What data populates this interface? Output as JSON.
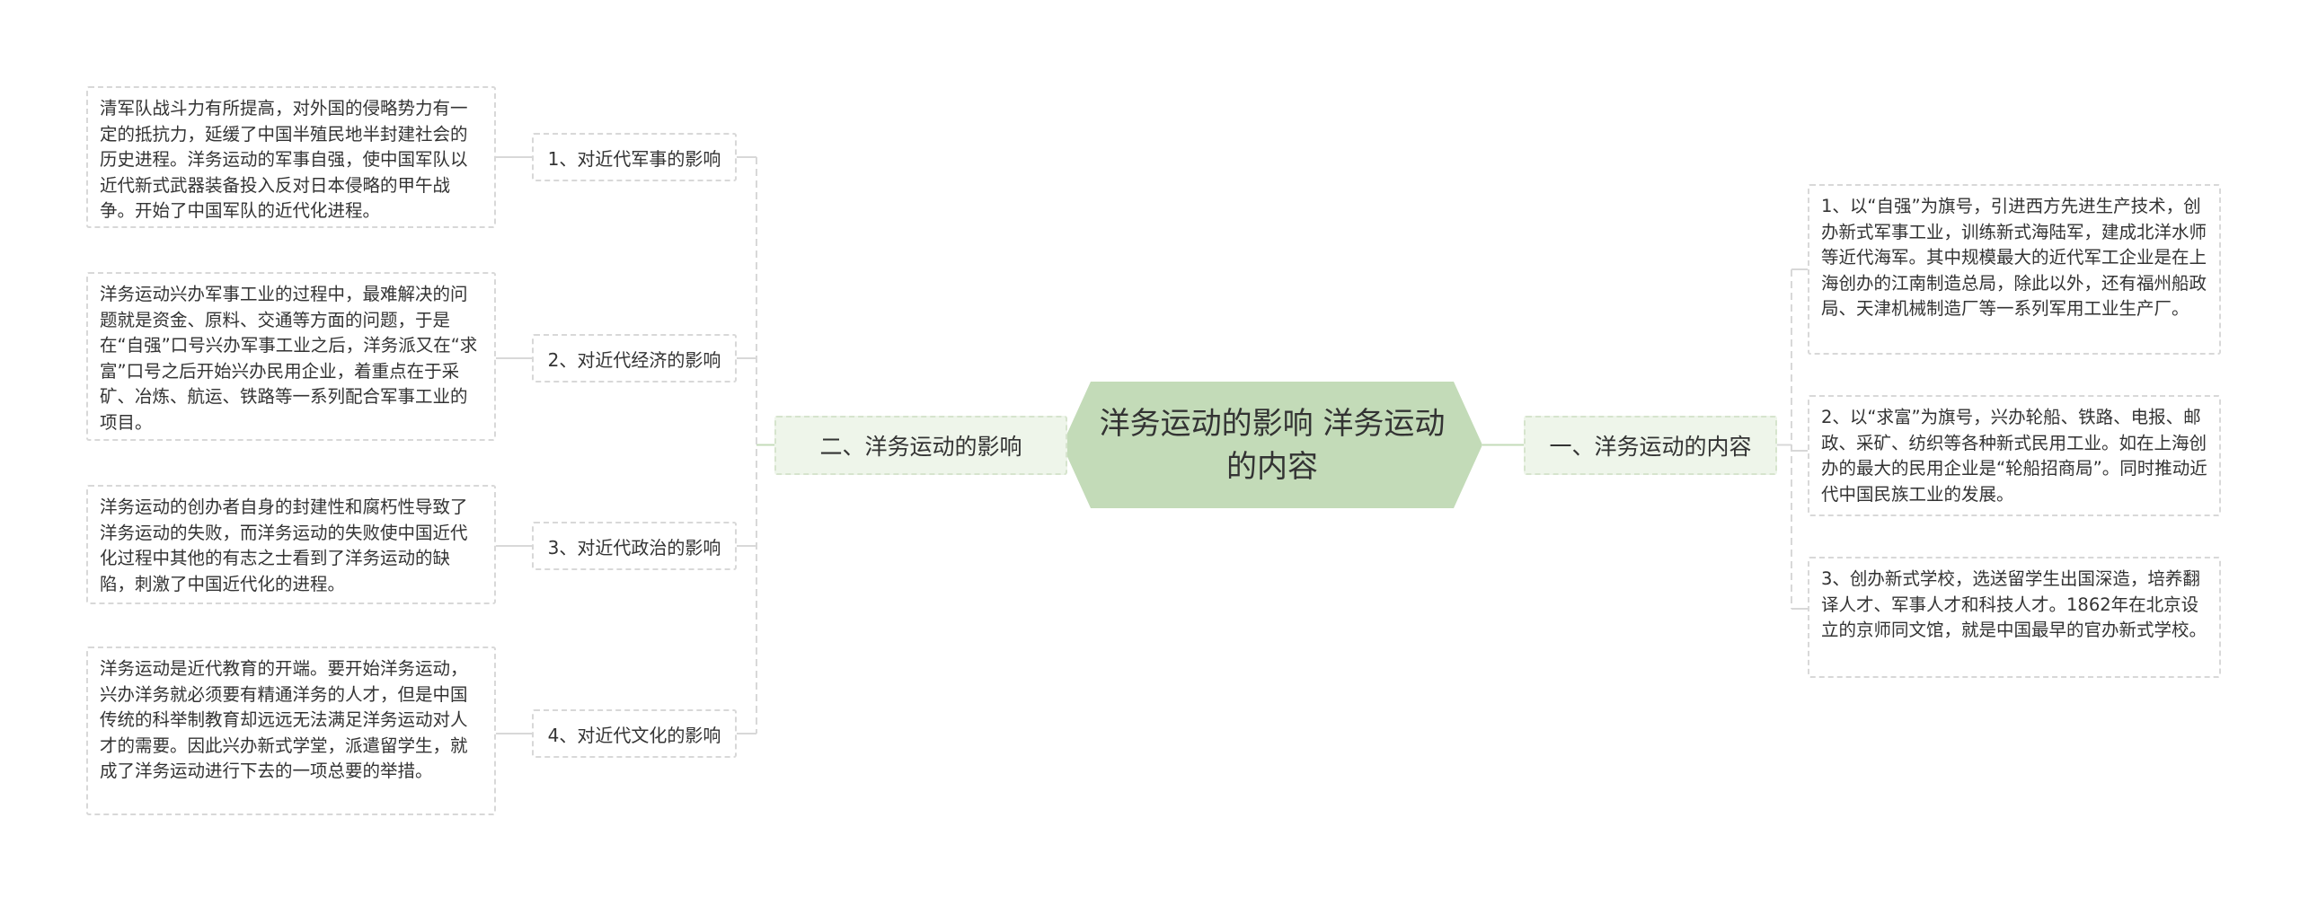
{
  "root": {
    "label": "洋务运动的影响 洋务运动的内容"
  },
  "left_branch": {
    "label": "二、洋务运动的影响",
    "children": [
      {
        "label": "1、对近代军事的影响",
        "detail": "清军队战斗力有所提高，对外国的侵略势力有一定的抵抗力，延缓了中国半殖民地半封建社会的历史进程。洋务运动的军事自强，使中国军队以近代新式武器装备投入反对日本侵略的甲午战争。开始了中国军队的近代化进程。"
      },
      {
        "label": "2、对近代经济的影响",
        "detail": "洋务运动兴办军事工业的过程中，最难解决的问题就是资金、原料、交通等方面的问题，于是在“自强”口号兴办军事工业之后，洋务派又在“求富”口号之后开始兴办民用企业，着重点在于采矿、冶炼、航运、铁路等一系列配合军事工业的项目。"
      },
      {
        "label": "3、对近代政治的影响",
        "detail": "洋务运动的创办者自身的封建性和腐朽性导致了洋务运动的失败，而洋务运动的失败使中国近代化过程中其他的有志之士看到了洋务运动的缺陷，刺激了中国近代化的进程。"
      },
      {
        "label": "4、对近代文化的影响",
        "detail": "洋务运动是近代教育的开端。要开始洋务运动，兴办洋务就必须要有精通洋务的人才，但是中国传统的科举制教育却远远无法满足洋务运动对人才的需要。因此兴办新式学堂，派遣留学生，就成了洋务运动进行下去的一项总要的举措。"
      }
    ]
  },
  "right_branch": {
    "label": "一、洋务运动的内容",
    "children": [
      {
        "detail": "1、以“自强”为旗号，引进西方先进生产技术，创办新式军事工业，训练新式海陆军，建成北洋水师等近代海军。其中规模最大的近代军工企业是在上海创办的江南制造总局，除此以外，还有福州船政局、天津机械制造厂等一系列军用工业生产厂。"
      },
      {
        "detail": "2、以“求富”为旗号，兴办轮船、铁路、电报、邮政、采矿、纺织等各种新式民用工业。如在上海创办的最大的民用企业是“轮船招商局”。同时推动近代中国民族工业的发展。"
      },
      {
        "detail": "3、创办新式学校，选送留学生出国深造，培养翻译人才、军事人才和科技人才。1862年在北京设立的京师同文馆，就是中国最早的官办新式学校。"
      }
    ]
  },
  "colors": {
    "root": "#c3dbb8",
    "branch": "#eef5ea",
    "link_green": "#c3dbb8",
    "link_gray": "#d8d8d8"
  }
}
